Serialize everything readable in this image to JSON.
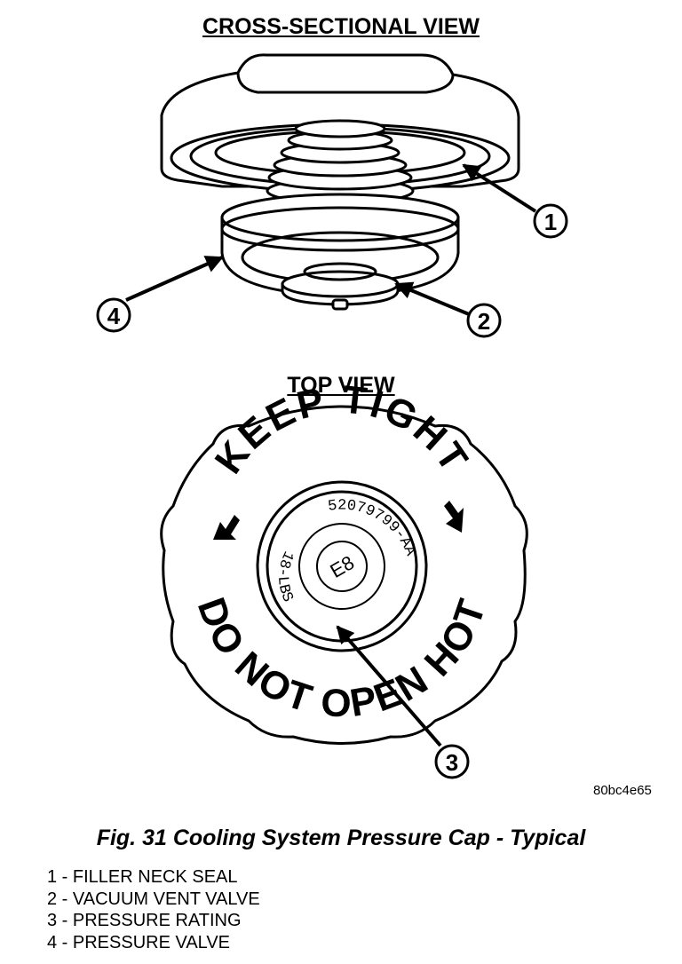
{
  "headings": {
    "cross_sectional": "CROSS-SECTIONAL VIEW",
    "top_view": "TOP VIEW"
  },
  "cap_text": {
    "keep_tight": "KEEP TIGHT",
    "do_not_open_hot": "DO NOT OPEN HOT",
    "part_number": "52079799-AA",
    "rating": "18-LBS",
    "center_mark": "E8"
  },
  "callouts": [
    "1",
    "2",
    "3",
    "4"
  ],
  "figure_code": "80bc4e65",
  "caption": "Fig. 31 Cooling System Pressure Cap - Typical",
  "legend": [
    "1 - FILLER NECK SEAL",
    "2 - VACUUM VENT VALVE",
    "3 - PRESSURE RATING",
    "4 - PRESSURE VALVE"
  ]
}
